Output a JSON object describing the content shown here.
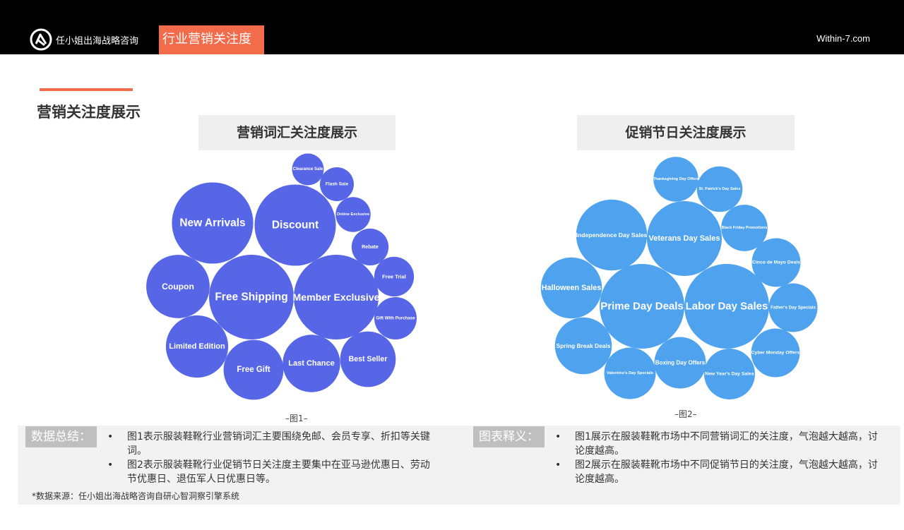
{
  "header": {
    "brand": "任小姐出海战略咨询",
    "tag": "行业营销关注度",
    "site": "Within-7.com"
  },
  "section_title": "营销关注度展示",
  "chart_data": [
    {
      "type": "bubble",
      "title": "营销词汇关注度展示",
      "caption": "–图1–",
      "color": "#5766e6",
      "points": [
        {
          "label": "Free Shipping",
          "value": 100
        },
        {
          "label": "Member Exclusive",
          "value": 100
        },
        {
          "label": "Discount",
          "value": 92
        },
        {
          "label": "New Arrivals",
          "value": 92
        },
        {
          "label": "Coupon",
          "value": 56
        },
        {
          "label": "Limited Edition",
          "value": 54
        },
        {
          "label": "Free Gift",
          "value": 50
        },
        {
          "label": "Last Chance",
          "value": 46
        },
        {
          "label": "Best Seller",
          "value": 43
        },
        {
          "label": "Gift With Purchase",
          "value": 25
        },
        {
          "label": "Free Trial",
          "value": 22
        },
        {
          "label": "Rebate",
          "value": 19
        },
        {
          "label": "Online Exclusive",
          "value": 17
        },
        {
          "label": "Flash Sale",
          "value": 16
        },
        {
          "label": "Clearance Sale",
          "value": 14
        }
      ]
    },
    {
      "type": "bubble",
      "title": "促销节日关注度展示",
      "caption": "–图2–",
      "color": "#4fa3ee",
      "points": [
        {
          "label": "Prime Day Deals",
          "value": 100
        },
        {
          "label": "Labor Day Sales",
          "value": 100
        },
        {
          "label": "Veterans Day Sales",
          "value": 78
        },
        {
          "label": "Independence Day Sales",
          "value": 70
        },
        {
          "label": "Halloween Sales",
          "value": 52
        },
        {
          "label": "Spring Break Deals",
          "value": 45
        },
        {
          "label": "Boxing Day Offers",
          "value": 37
        },
        {
          "label": "Valentine's Day Specials",
          "value": 37
        },
        {
          "label": "New Year's Day Sales",
          "value": 36
        },
        {
          "label": "Father's Day Specials",
          "value": 33
        },
        {
          "label": "Cyber Monday Offers",
          "value": 33
        },
        {
          "label": "Cinco de Mayo Deals",
          "value": 33
        },
        {
          "label": "Black Friday Promotions",
          "value": 30
        },
        {
          "label": "St. Patrick's Day Sales",
          "value": 29
        },
        {
          "label": "Thanksgiving Day Offers",
          "value": 28
        }
      ]
    }
  ],
  "summary": {
    "badge": "数据总结：",
    "items": [
      "图1表示服装鞋靴行业营销词汇主要围绕免邮、会员专享、折扣等关键词。",
      "图2表示服装鞋靴行业促销节日关注度主要集中在亚马逊优惠日、劳动节优惠日、退伍军人日优惠日等。"
    ]
  },
  "legend_note": {
    "badge": "图表释义：",
    "items": [
      "图1展示在服装鞋靴市场中不同营销词汇的关注度，气泡越大越高，讨论度越高。",
      "图2展示在服装鞋靴市场中不同促销节日的关注度，气泡越大越高，讨论度越高。"
    ]
  },
  "source": "*数据来源：任小姐出海战略咨询自研心智洞察引擎系统"
}
